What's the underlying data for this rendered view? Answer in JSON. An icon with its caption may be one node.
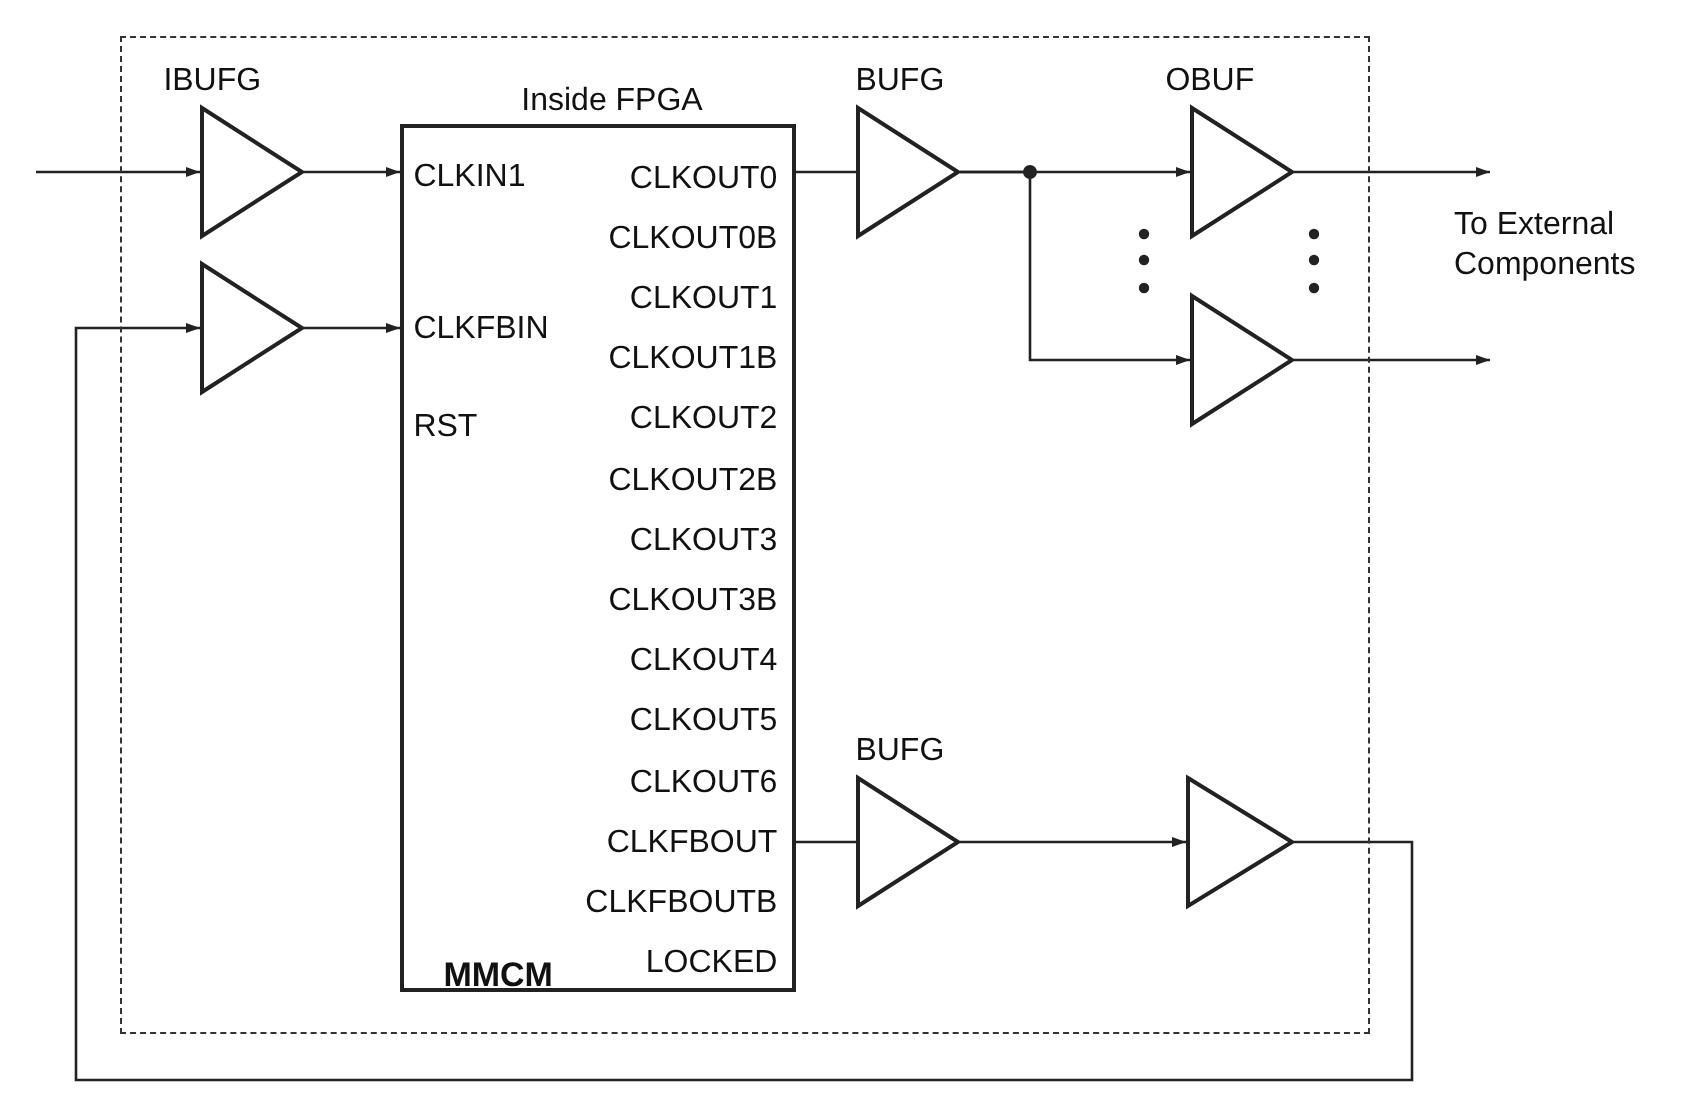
{
  "diagram": {
    "nodes": [
      {
        "text": [
          "Inside FPGA"
        ]
      },
      {
        "text": [
          "IBUFG"
        ],
        "in": 0
      },
      {
        "text": [],
        "shape": "triangle",
        "in": 0
      },
      {
        "text": [
          "CLKIN1",
          "CLKFBIN",
          "RST",
          "CLKOUT0",
          "CLKOUT0B",
          "CLKOUT1",
          "CLKOUT1B",
          "CLKOUT2",
          "CLKOUT2B",
          "CLKOUT3",
          "CLKOUT3B",
          "CLKOUT4",
          "CLKOUT5",
          "CLKOUT6",
          "CLKFBOUT",
          "CLKFBOUTB",
          "LOCKED",
          "MMCM"
        ],
        "in": 0
      },
      {
        "text": [
          "BUFG"
        ],
        "in": 0
      },
      {
        "text": [
          "OBUF"
        ],
        "in": 0
      },
      {
        "text": [],
        "shape": "triangle",
        "in": 0
      },
      {
        "text": [
          "BUFG"
        ],
        "in": 0
      },
      {
        "text": [],
        "shape": "triangle",
        "in": 0
      }
    ],
    "edges": [
      {
        "from": null,
        "to": 1,
        "arrow": "to"
      },
      {
        "from": 1,
        "to": 3,
        "arrow": "to"
      },
      {
        "from": 2,
        "to": 3,
        "arrow": "to"
      },
      {
        "from": 3,
        "to": 4,
        "arrow": "none"
      },
      {
        "from": 4,
        "to": 5,
        "arrow": "to"
      },
      {
        "from": 4,
        "to": 6,
        "arrow": "to"
      },
      {
        "from": 5,
        "to": null,
        "arrow": "to"
      },
      {
        "from": 6,
        "to": null,
        "arrow": "to"
      },
      {
        "from": 3,
        "to": 7,
        "arrow": "none"
      },
      {
        "from": 7,
        "to": 8,
        "arrow": "to"
      },
      {
        "from": 8,
        "to": 2,
        "arrow": "to"
      }
    ],
    "labels": [
      "To External Components"
    ]
  }
}
